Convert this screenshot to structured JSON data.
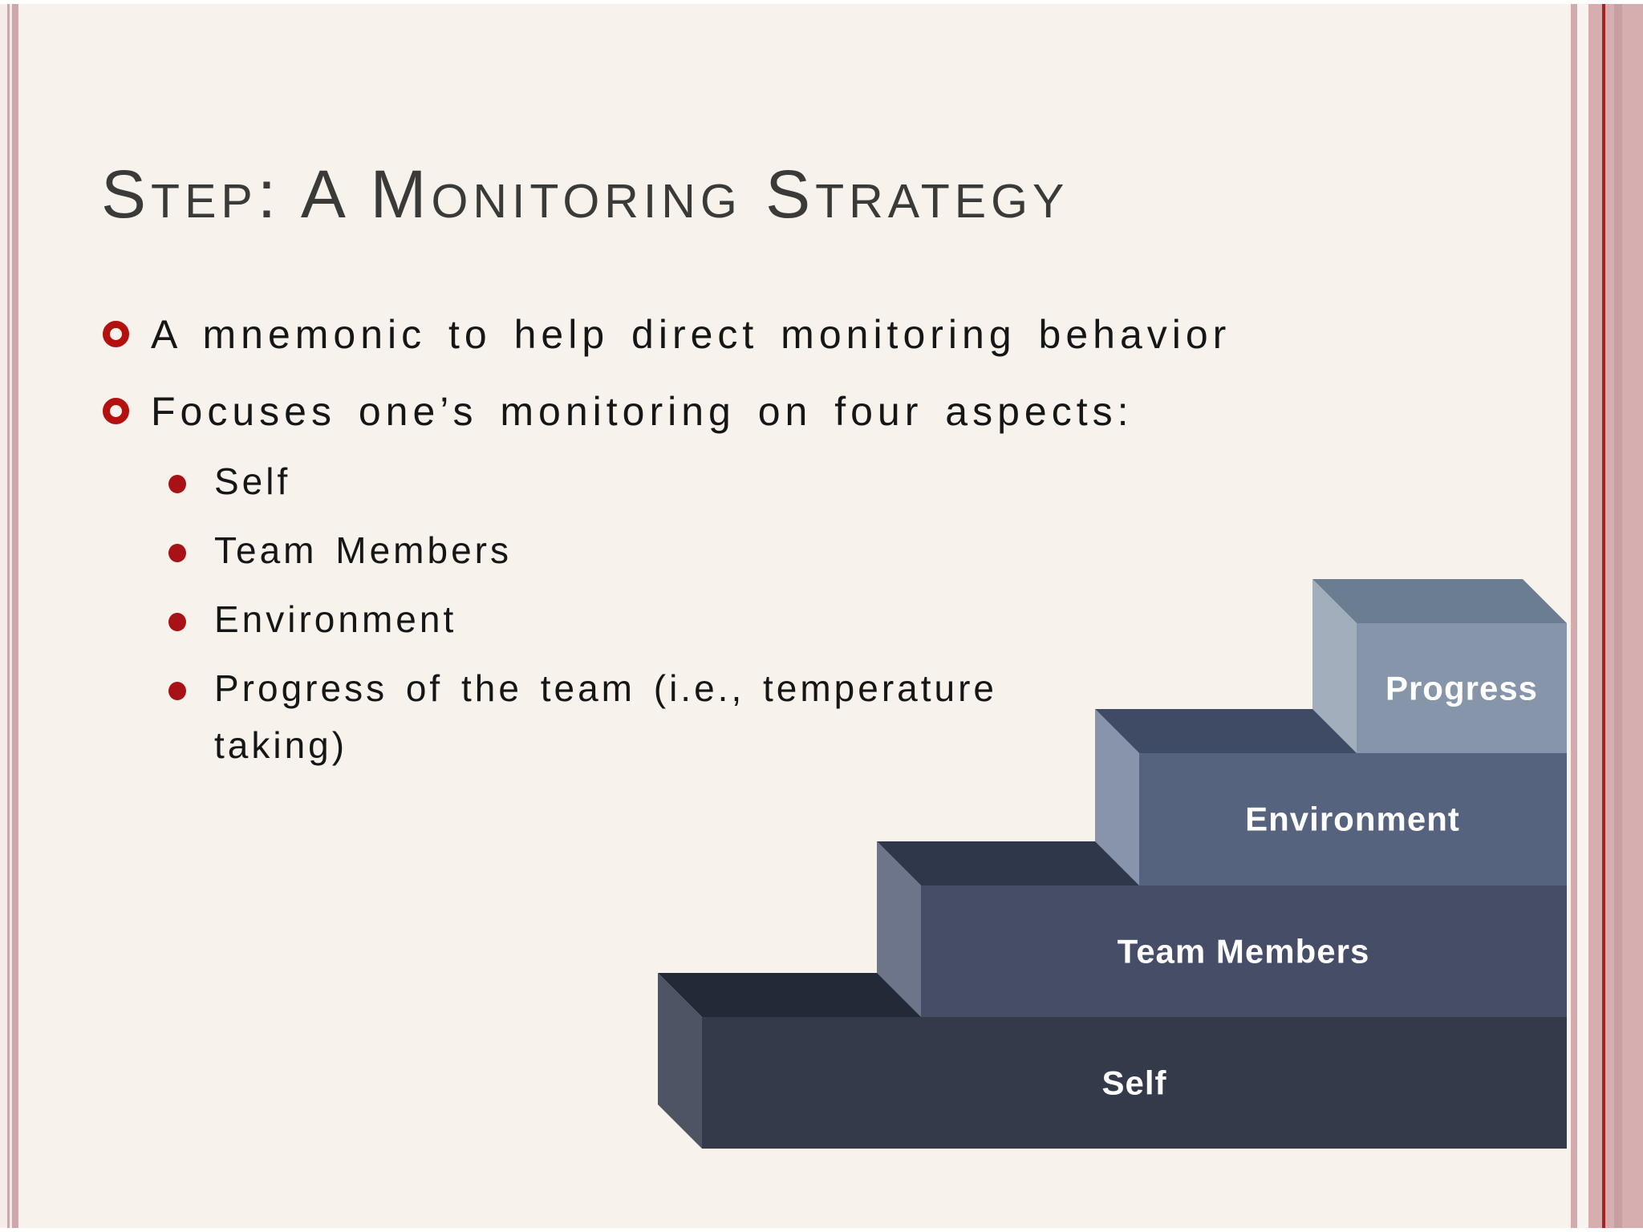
{
  "slide": {
    "background": "#f7f2ec",
    "title": {
      "text": "Step: A Monitoring Strategy",
      "color": "#3a3a38"
    },
    "text_color": "#161616",
    "bullet_marker_color": "#b31110",
    "sub_marker_color": "#a81217",
    "bullets": [
      {
        "text": "A mnemonic to help direct monitoring behavior"
      },
      {
        "text": "Focuses one’s monitoring on four aspects:"
      }
    ],
    "sub_bullets": [
      {
        "text": "Self"
      },
      {
        "text": "Team Members"
      },
      {
        "text": "Environment"
      },
      {
        "text": "Progress of the team (i.e., temperature taking)"
      }
    ]
  },
  "staircase": {
    "label_color": "#ffffff",
    "steps": [
      {
        "label": "Self",
        "front": "#333a49",
        "top": "#232a37",
        "side": "#4d5464"
      },
      {
        "label": "Team Members",
        "front": "#454e66",
        "top": "#2f374b",
        "side": "#6d758b"
      },
      {
        "label": "Environment",
        "front": "#56637f",
        "top": "#3f4a64",
        "side": "#8794ab"
      },
      {
        "label": "Progress",
        "front": "#8695a9",
        "top": "#6b7d91",
        "side": "#a3aebd"
      }
    ]
  },
  "frame": {
    "left": {
      "edge": "#f5ecea",
      "thin_stripe": "#cda7a9",
      "gap": "#f2e8e6",
      "thick_stripe": "#cda7ab"
    },
    "right": {
      "inner_stripe": "#d4abad",
      "gap": "#f8f3ee",
      "band": "#d7aeb0",
      "red_line": "#a81f24",
      "dark_stripe": "#c79fa3"
    },
    "top_edge": "#ffffff",
    "bottom_edge": "#ffffff"
  }
}
